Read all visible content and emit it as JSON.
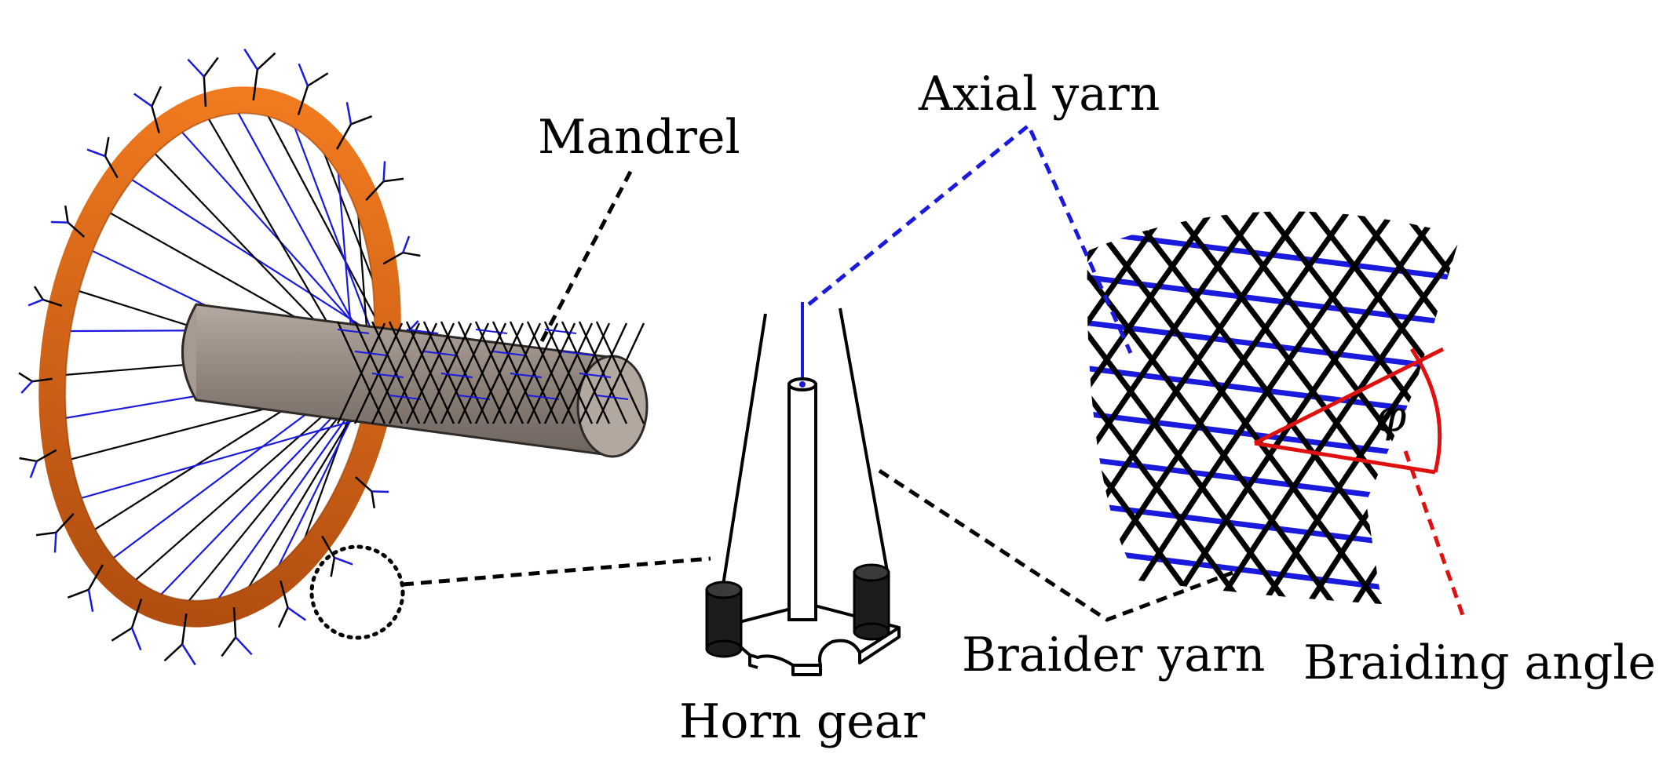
{
  "labels": {
    "mandrel": "Mandrel",
    "axial_yarn": "Axial yarn",
    "horn_gear": "Horn gear",
    "braider_yarn": "Braider yarn",
    "braiding_angle": "Braiding angle",
    "angle_symbol": "φ"
  },
  "colors": {
    "ring": "#e0661c",
    "ring_dark": "#b8530f",
    "mandrel": "#9c8f86",
    "mandrel_end": "#b3a8a0",
    "braider_yarn": "#000000",
    "axial_yarn": "#1a1adc",
    "angle_marker": "#e01010"
  },
  "icons": {
    "detail_circle": "dotted-circle",
    "carrier": "yarn-carrier-icon"
  }
}
